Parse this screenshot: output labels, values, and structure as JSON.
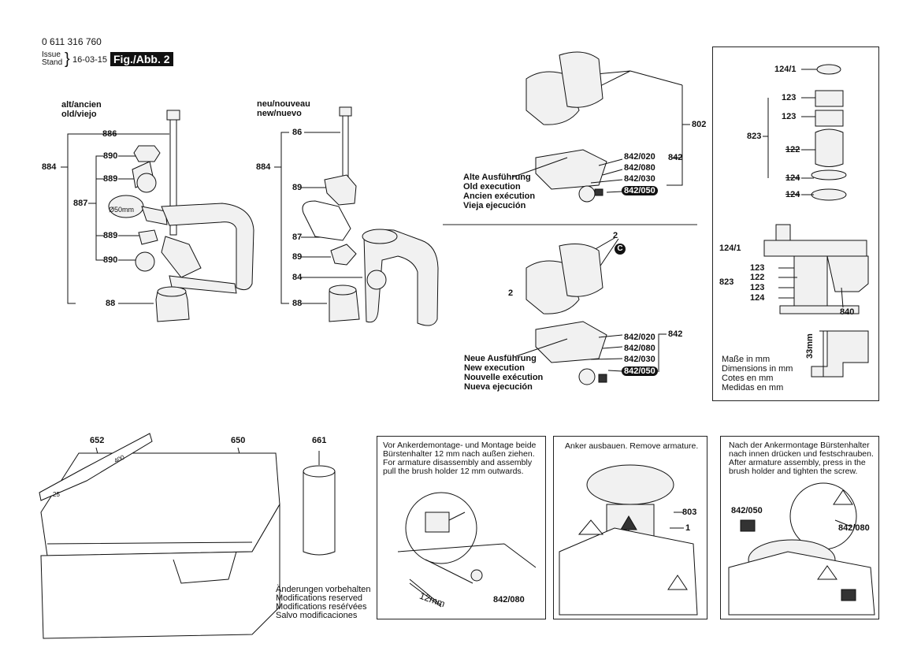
{
  "header": {
    "part_number": "0 611 316 760",
    "issue_label": "Issue",
    "stand_label": "Stand",
    "date": "16-03-15",
    "figure": "Fig./Abb. 2"
  },
  "left_old": {
    "title_1": "alt/ancien",
    "title_2": "old/viejo",
    "labels": [
      "886",
      "890",
      "889",
      "887",
      "884",
      "889",
      "890",
      "88"
    ],
    "dia": "Ø50mm"
  },
  "left_new": {
    "title_1": "neu/nouveau",
    "title_2": "new/nuevo",
    "labels": [
      "86",
      "884",
      "89",
      "87",
      "89",
      "84",
      "88"
    ]
  },
  "motor_top": {
    "labels": [
      "802",
      "842",
      "842/020",
      "842/080",
      "842/030",
      "842/050"
    ],
    "caption": [
      "Alte Ausführung",
      "Old execution",
      "Ancien exécution",
      "Vieja ejecución"
    ]
  },
  "motor_bottom": {
    "labels": [
      "2",
      "C",
      "2",
      "842",
      "842/020",
      "842/080",
      "842/030",
      "842/050"
    ],
    "caption": [
      "Neue Ausführung",
      "New execution",
      "Nouvelle exécution",
      "Nueva ejecución"
    ]
  },
  "right_panel": {
    "labels": [
      "124/1",
      "123",
      "123",
      "823",
      "122",
      "124",
      "124"
    ],
    "section_labels": [
      "124/1",
      "123",
      "122",
      "823",
      "123",
      "124",
      "840",
      "33mm"
    ],
    "units": [
      "Maße in mm",
      "Dimensions in mm",
      "Cotes en mm",
      "Medidas en mm"
    ]
  },
  "case": {
    "labels": [
      "652",
      "650",
      "661"
    ],
    "chisel_marks": [
      "400",
      "25"
    ],
    "changes": [
      "Änderungen vorbehalten",
      "Modifications reserved",
      "Modifications reséŕvées",
      "Salvo modificaciones"
    ]
  },
  "step1": {
    "text": [
      "Vor Ankerdemontage- und Montage beide",
      "Bürstenhalter 12 mm nach außen ziehen.",
      "For armature disassembly and assembly",
      "pull the brush holder 12 mm outwards."
    ],
    "dim": "12mm",
    "part": "842/080"
  },
  "step2": {
    "text": [
      "Anker ausbauen. Remove armature."
    ],
    "labels": [
      "803",
      "1"
    ]
  },
  "step3": {
    "text": [
      "Nach der Ankermontage Bürstenhalter",
      "nach innen drücken und festschrauben.",
      "After armature assembly, press in the",
      "brush holder and tighten the screw."
    ],
    "labels": [
      "842/050",
      "842/080"
    ]
  }
}
